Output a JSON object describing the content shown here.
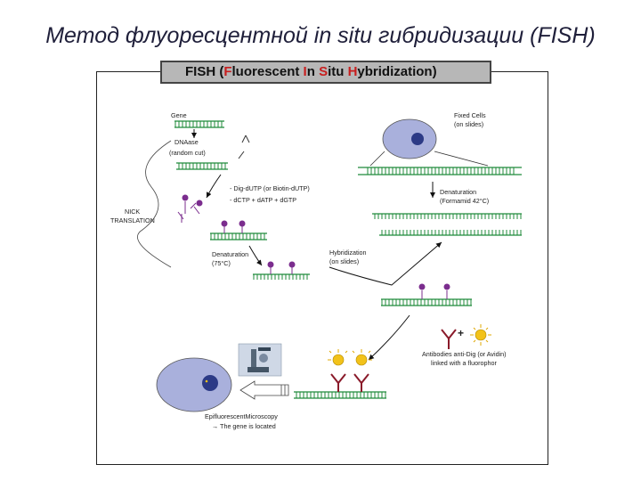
{
  "slide_title": "Метод флуоресцентной in situ гибридизации (FISH)",
  "header": {
    "p1": "FISH",
    "p2": "(",
    "p3": "F",
    "p4": "luorescent ",
    "p5": "I",
    "p6": "n ",
    "p7": "S",
    "p8": "itu ",
    "p9": "H",
    "p10": "ybridization)"
  },
  "labels": {
    "gene": "Gene",
    "dnaase": "DNAase",
    "random_cut": "(random cut)",
    "dig_dutp": "- Dig-dUTP (or Biotin-dUTP)",
    "dctp": "- dCTP + dATP + dGTP",
    "nick": "NICK",
    "translation": "TRANSLATION",
    "denat75_1": "Denaturation",
    "denat75_2": "(75°C)",
    "fixed_cells_1": "Fixed Cells",
    "fixed_cells_2": "(on slides)",
    "denat42_1": "Denaturation",
    "denat42_2": "(Formamid 42°C)",
    "hybrid_1": "Hybridization",
    "hybrid_2": "(on slides)",
    "antibody_1": "Antibodies anti-Dig (or Avidin)",
    "antibody_2": "linked with a fluorophor",
    "plus": "+",
    "epi_1": "EpifluorescentMicroscopy",
    "epi_2": "→ The gene is located"
  },
  "colors": {
    "dna_strand": "#1f8a3a",
    "probe_dot": "#7b2d8e",
    "cell_fill": "#a9b0dc",
    "nucleus_fill": "#2c3a86",
    "fluorophor": "#f2c21a",
    "antibody": "#8a1a2a",
    "header_red": "#c81e1e"
  }
}
